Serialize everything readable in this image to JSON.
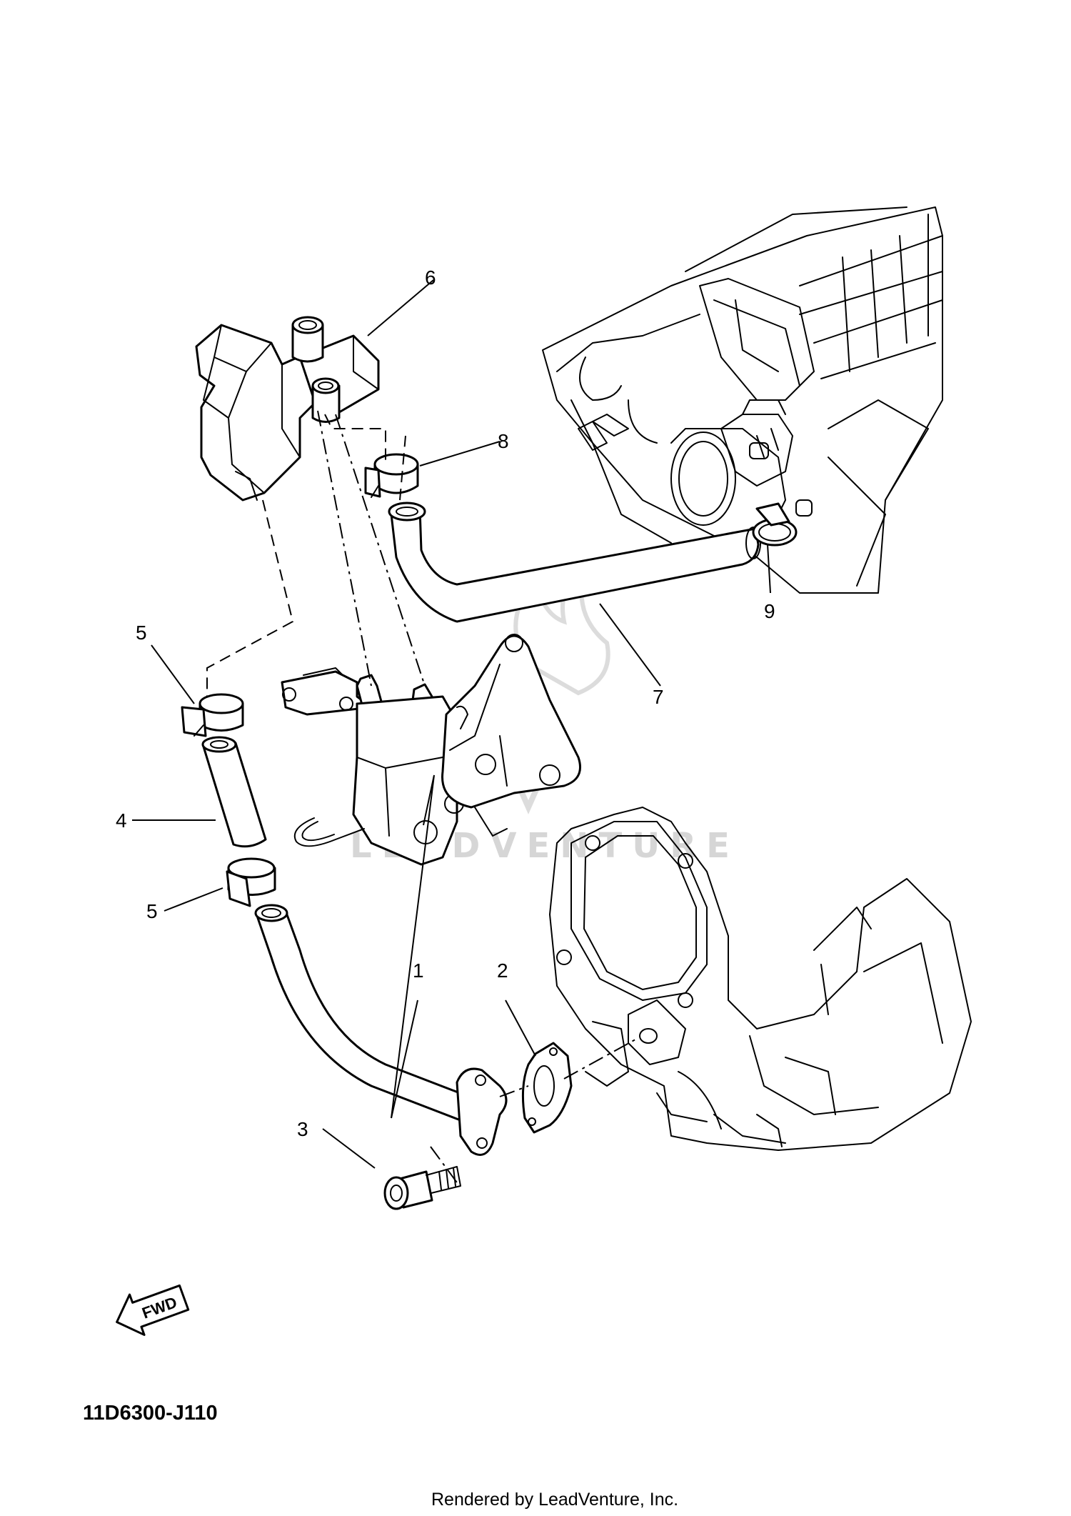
{
  "callouts": {
    "c1": "1",
    "c2": "2",
    "c3": "3",
    "c4": "4",
    "c5a": "5",
    "c5b": "5",
    "c6": "6",
    "c7": "7",
    "c8": "8",
    "c9": "9"
  },
  "direction_badge": "FWD",
  "diagram_code": "11D6300-J110",
  "watermark": "LEADVENTURE",
  "credit": "Rendered by LeadVenture, Inc."
}
